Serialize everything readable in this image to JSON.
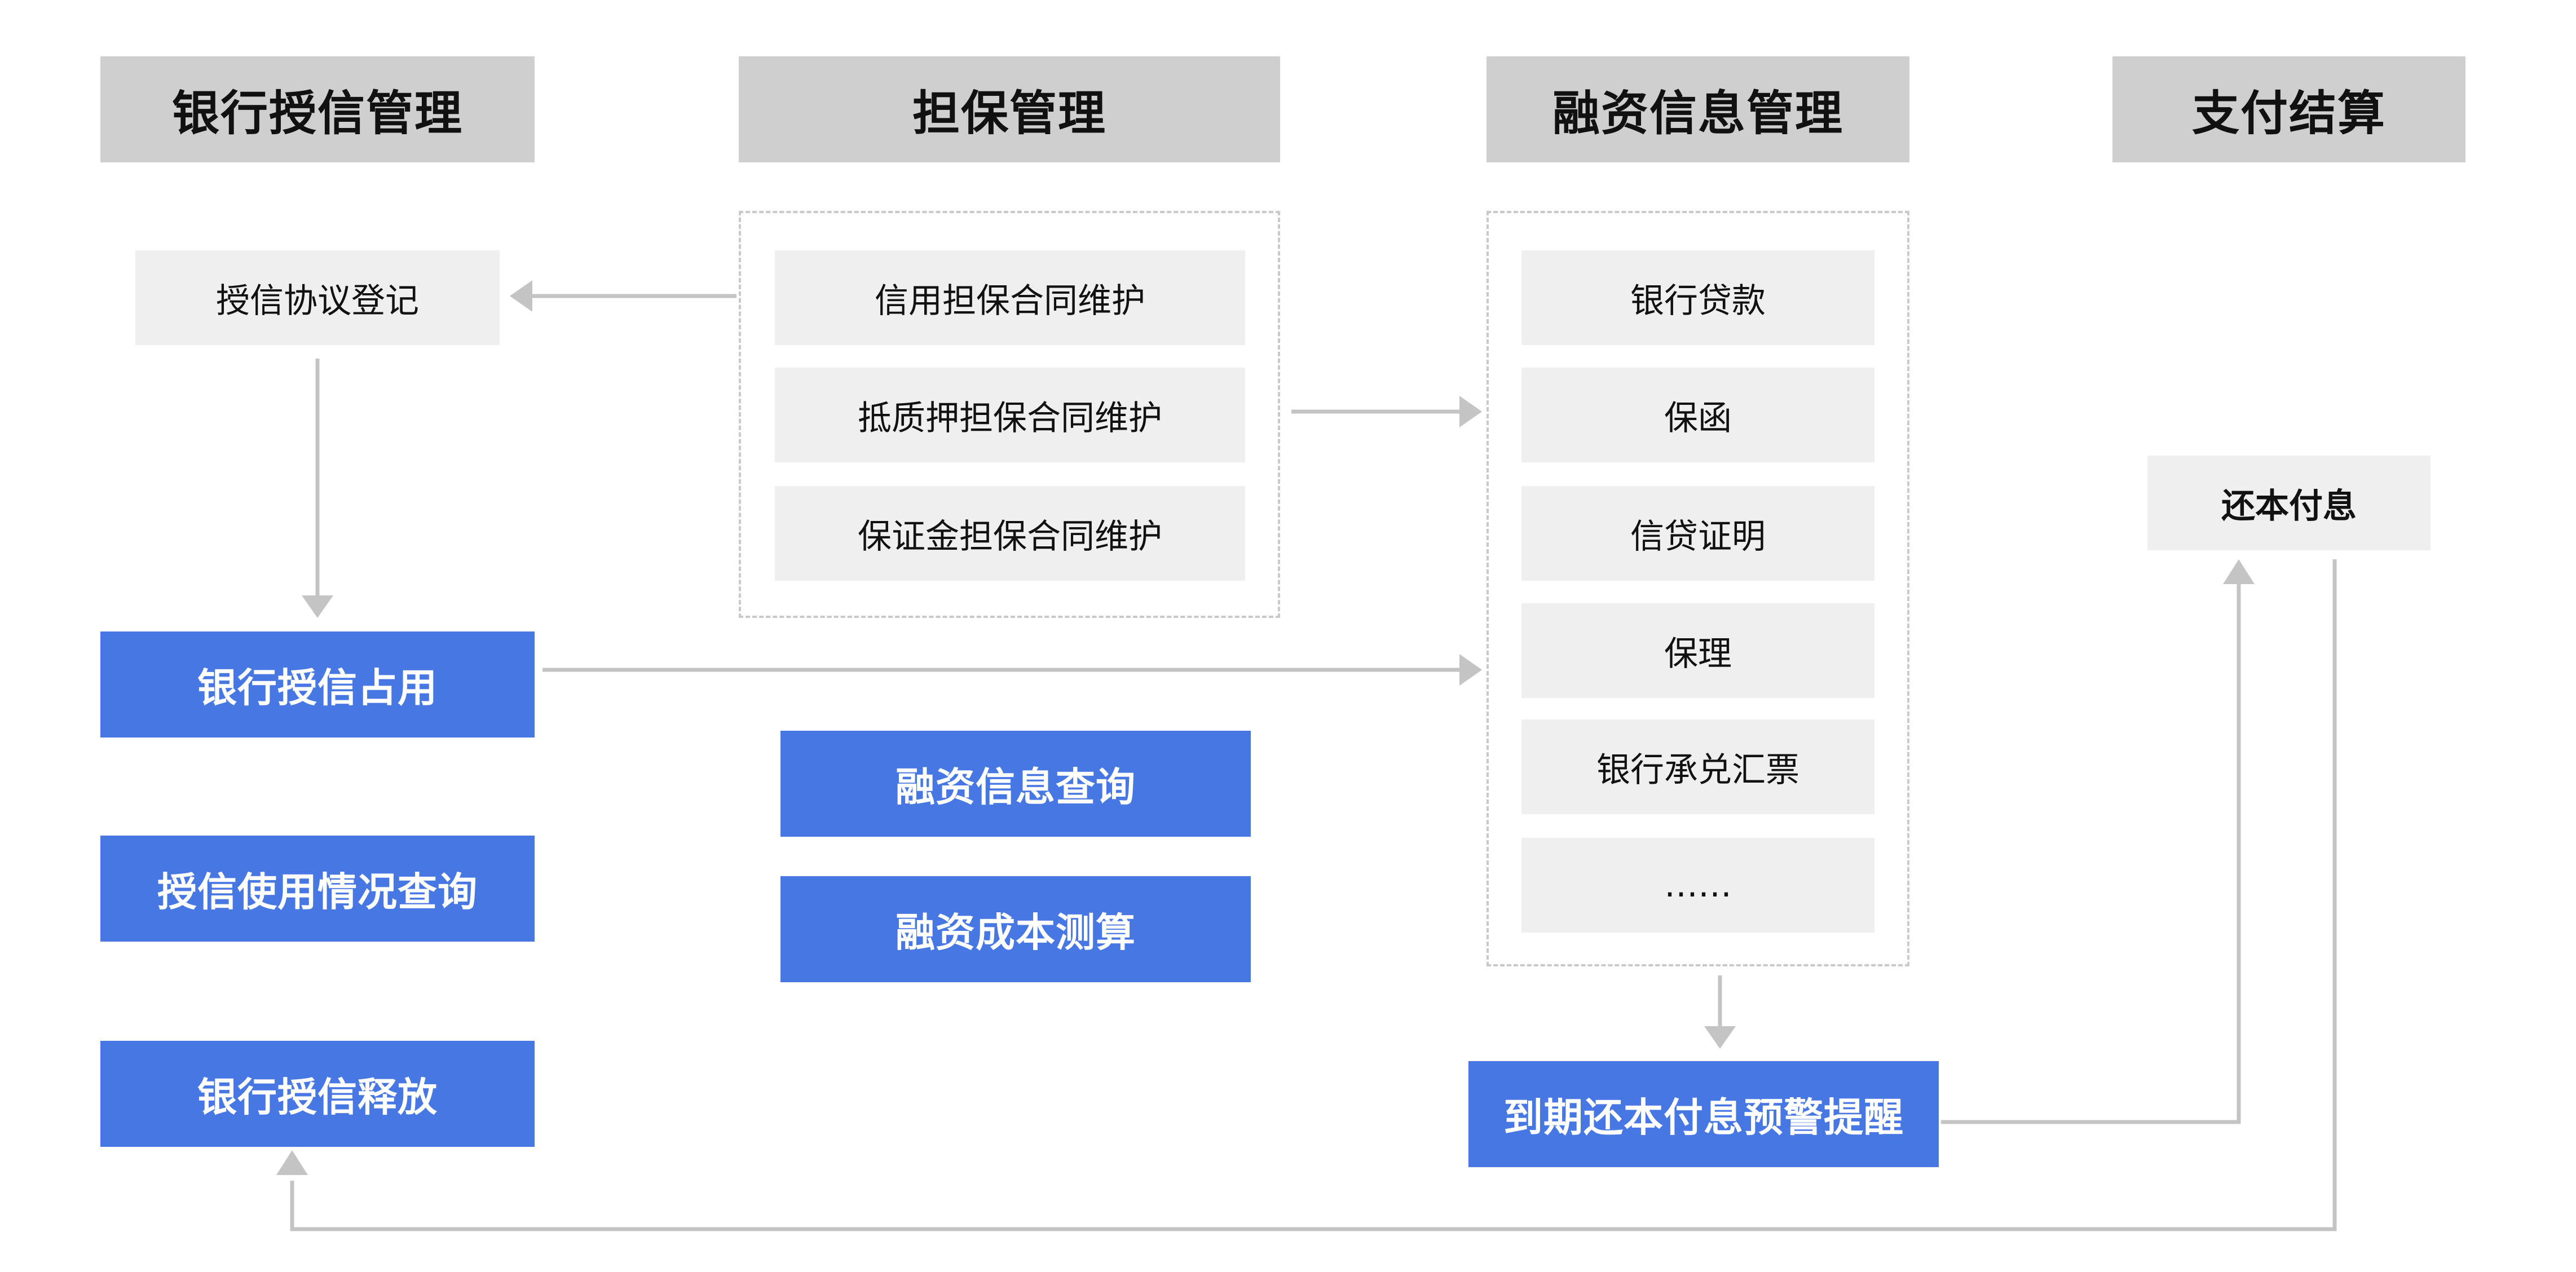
{
  "columns": {
    "bank_credit": {
      "title": "银行授信管理",
      "agreement": "授信协议登记",
      "occupy": "银行授信占用",
      "usage_query": "授信使用情况查询",
      "release": "银行授信释放"
    },
    "guarantee": {
      "title": "担保管理",
      "items": [
        "信用担保合同维护",
        "抵质押担保合同维护",
        "保证金担保合同维护"
      ],
      "financing_query": "融资信息查询",
      "cost_estimate": "融资成本测算"
    },
    "financing": {
      "title": "融资信息管理",
      "items": [
        "银行贷款",
        "保函",
        "信贷证明",
        "保理",
        "银行承兑汇票",
        "……"
      ],
      "alert": "到期还本付息预警提醒"
    },
    "payment": {
      "title": "支付结算",
      "repay": "还本付息"
    }
  },
  "colors": {
    "header_bg": "#cfcfcf",
    "item_bg": "#efefef",
    "action_bg": "#4777e3",
    "connector": "#c4c4c4"
  }
}
